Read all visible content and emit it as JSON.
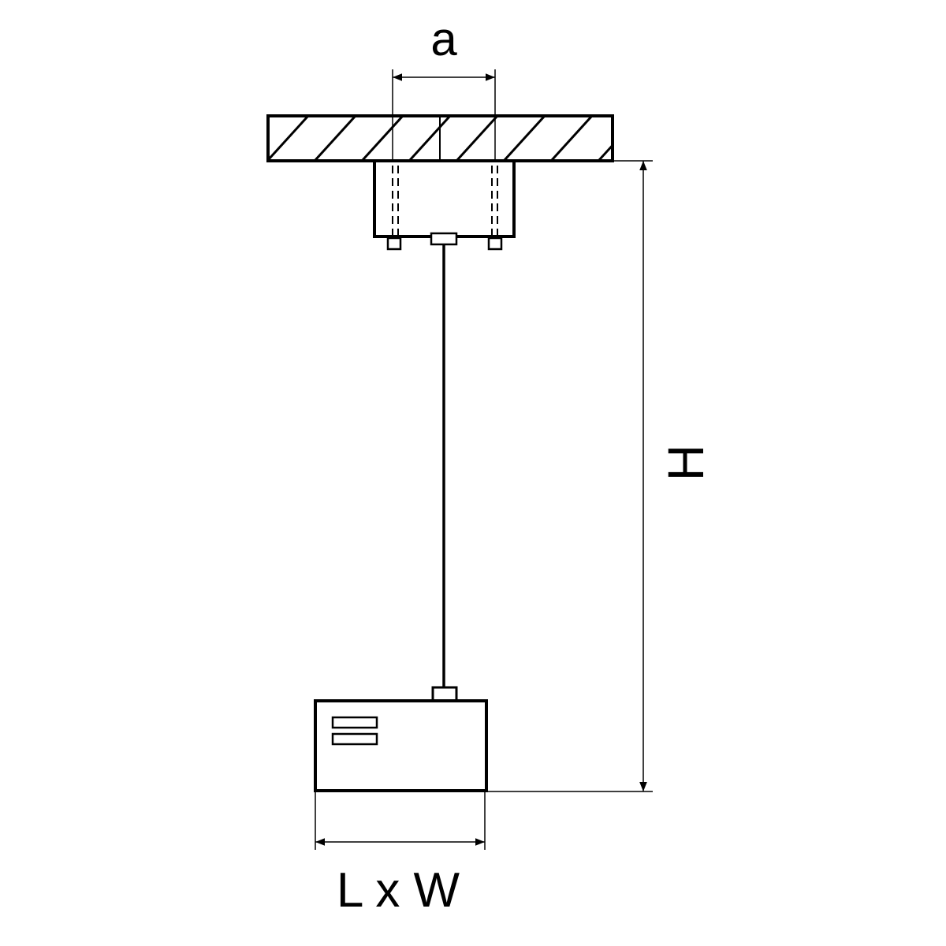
{
  "dimensions": {
    "a_label": "a",
    "h_label": "H",
    "lw_label": "L x W"
  },
  "colors": {
    "line": "#000000",
    "background": "#ffffff"
  }
}
